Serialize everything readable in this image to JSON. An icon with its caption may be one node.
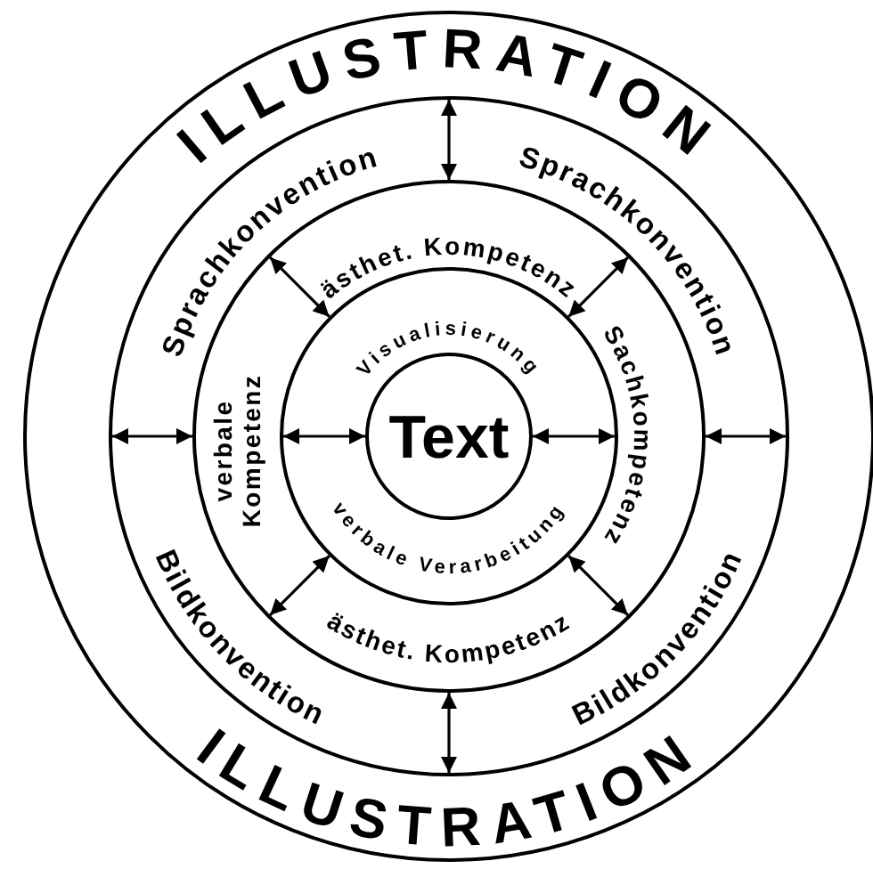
{
  "diagram": {
    "nodes": [
      {
        "text": [
          "ILLUSTRATION",
          "ILLUSTRATION"
        ]
      },
      {
        "text": [
          "Sprachkonvention",
          "Sprachkonvention",
          "Bildkonvention",
          "Bildkonvention"
        ],
        "in": 0
      },
      {
        "text": [
          "ästhet. Kompetenz",
          "verbale Kompetenz",
          "Sachkompetenz",
          "ästhet. Kompetenz"
        ],
        "in": 1
      },
      {
        "text": [
          "Visualisierung",
          "verbale Verarbeitung"
        ],
        "in": 2
      },
      {
        "text": [
          "Text"
        ],
        "in": 3
      }
    ],
    "edges": [
      {
        "from": 1,
        "to": 2,
        "arrow": "both"
      },
      {
        "from": 1,
        "to": 2,
        "arrow": "both"
      },
      {
        "from": 1,
        "to": 2,
        "arrow": "both"
      },
      {
        "from": 1,
        "to": 2,
        "arrow": "both"
      },
      {
        "from": 2,
        "to": 3,
        "arrow": "both"
      },
      {
        "from": 2,
        "to": 3,
        "arrow": "both"
      },
      {
        "from": 2,
        "to": 3,
        "arrow": "both"
      },
      {
        "from": 2,
        "to": 3,
        "arrow": "both"
      },
      {
        "from": 3,
        "to": 4,
        "arrow": "both"
      },
      {
        "from": 3,
        "to": 4,
        "arrow": "both"
      }
    ]
  }
}
